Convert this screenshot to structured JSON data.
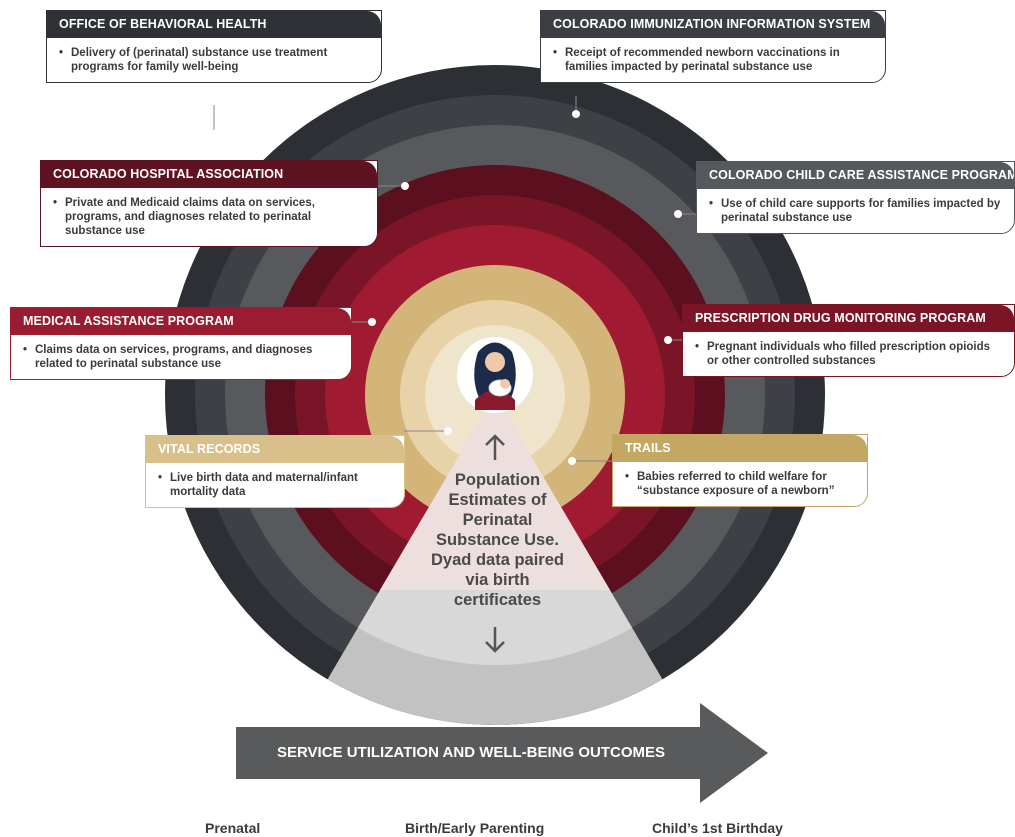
{
  "center": {
    "text": "Population Estimates of Perinatal Substance Use. Dyad data paired via birth certificates"
  },
  "cards": [
    {
      "key": "obh",
      "title": "OFFICE OF BEHAVIORAL HEALTH",
      "bullet": "Delivery of (perinatal) substance use treatment programs for family well-being",
      "color": "#2e3135"
    },
    {
      "key": "ciis",
      "title": "COLORADO IMMUNIZATION INFORMATION SYSTEM",
      "bullet": "Receipt of recommended newborn vaccinations in families impacted by perinatal substance use",
      "color": "#3b3e43"
    },
    {
      "key": "cha",
      "title": "COLORADO HOSPITAL ASSOCIATION",
      "bullet": "Private and Medicaid claims data on services, programs, and diagnoses related to perinatal substance use",
      "color": "#5e1322"
    },
    {
      "key": "cccap",
      "title": "COLORADO CHILD CARE ASSISTANCE PROGRAM",
      "bullet": "Use of child care supports for families impacted by perinatal substance use",
      "color": "#55585c"
    },
    {
      "key": "map",
      "title": "MEDICAL ASSISTANCE PROGRAM",
      "bullet": "Claims data on services, programs, and diagnoses related to perinatal substance use",
      "color": "#9b1b30"
    },
    {
      "key": "pdmp",
      "title": "PRESCRIPTION DRUG MONITORING PROGRAM",
      "bullet": "Pregnant individuals who filled prescription opioids or other controlled substances",
      "color": "#7b1526"
    },
    {
      "key": "vital",
      "title": "VITAL RECORDS",
      "bullet": "Live birth data and maternal/infant mortality data",
      "color": "#d9c08a"
    },
    {
      "key": "trails",
      "title": "TRAILS",
      "bullet": "Babies referred to child welfare for “substance exposure of a newborn”",
      "color": "#c5a764"
    }
  ],
  "arrow_label": "SERVICE UTILIZATION AND WELL-BEING OUTCOMES",
  "stages": [
    "Prenatal",
    "Birth/Early Parenting",
    "Child’s 1st Birthday"
  ],
  "colors": {
    "ring_outer": "#2c2f33",
    "ring_2": "#3d4045",
    "ring_3": "#58595c",
    "ring_4": "#5b0f1f",
    "ring_5": "#7a1527",
    "ring_6": "#a01b32",
    "ring_7": "#d3b57a",
    "ring_8": "#e8d3a8",
    "ring_core": "#efe4cc",
    "wedge": "#e3e3e3",
    "arrow": "#595a5c"
  }
}
